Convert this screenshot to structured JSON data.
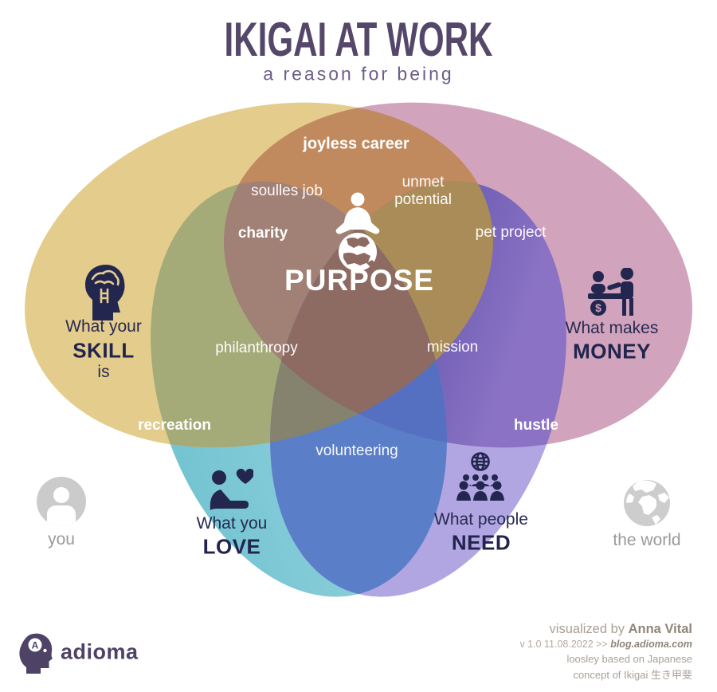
{
  "title": {
    "main": "IKIGAI AT WORK",
    "subtitle": "a reason for being"
  },
  "diagram": {
    "center": {
      "label": "PURPOSE",
      "icon": "meditating-person-on-globe-icon"
    },
    "circles": [
      {
        "id": "skill",
        "line1": "What your",
        "word": "SKILL",
        "line2": "is",
        "color": "#e4cd8c",
        "icon": "head-with-brain-icon"
      },
      {
        "id": "money",
        "line1": "What makes",
        "word": "MONEY",
        "color": "#d2a3bc",
        "icon": "sales-transaction-icon"
      },
      {
        "id": "love",
        "line1": "What you",
        "word": "LOVE",
        "color": "#8ccfda",
        "icon": "person-with-heart-icon"
      },
      {
        "id": "need",
        "line1": "What people",
        "word": "NEED",
        "color": "#b2a6e2",
        "icon": "globe-over-crowd-icon"
      }
    ],
    "intersections": [
      {
        "label": "joyless career"
      },
      {
        "label": "soulles job"
      },
      {
        "label": "unmet potential"
      },
      {
        "label": "charity"
      },
      {
        "label": "pet project"
      },
      {
        "label": "philanthropy"
      },
      {
        "label": "mission"
      },
      {
        "label": "recreation"
      },
      {
        "label": "hustle"
      },
      {
        "label": "volunteering"
      }
    ],
    "overlap_colors": {
      "skill_money": "#c18a5e",
      "skill_love": "#a4ab79",
      "money_need_top": "#8e88af",
      "money_need_mid": "#5f55ab",
      "money_need_bottom": "#8b72c4",
      "love_need": "#5b7ec9",
      "skill_money_love": "#a18076",
      "skill_money_need": "#a98c57",
      "skill_love_need": "#85836e",
      "money_need_love": "#5570c0",
      "center": "#8d6b63"
    }
  },
  "sides": {
    "left": "you",
    "right": "the world"
  },
  "footer": {
    "brand": "adioma",
    "credit_prefix": "visualized by ",
    "credit_name": "Anna Vital",
    "version_line_prefix": "v 1.0   11.08.2022  >>   ",
    "site": "blog.adioma.com",
    "note_line1": "loosley based on Japanese",
    "note_line2": "concept of Ikigai  生き甲斐"
  }
}
